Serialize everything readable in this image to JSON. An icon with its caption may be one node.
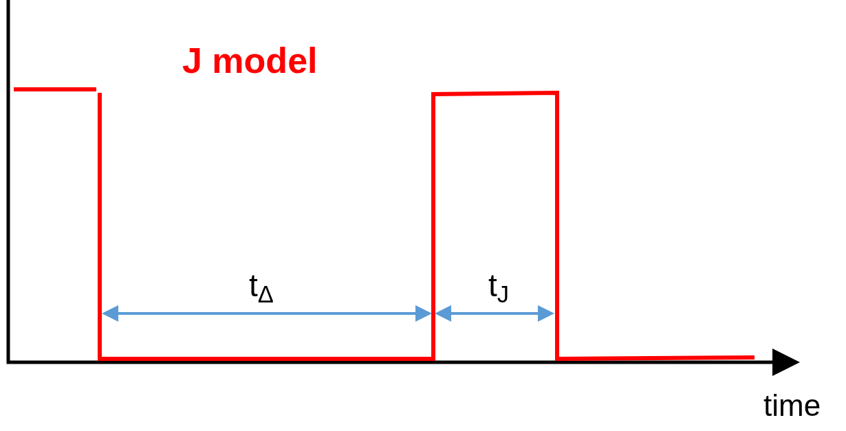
{
  "diagram": {
    "title": "J model",
    "labels": [
      "t$_{Δ}$",
      "t$_{J}$",
      "time"
    ]
  }
}
